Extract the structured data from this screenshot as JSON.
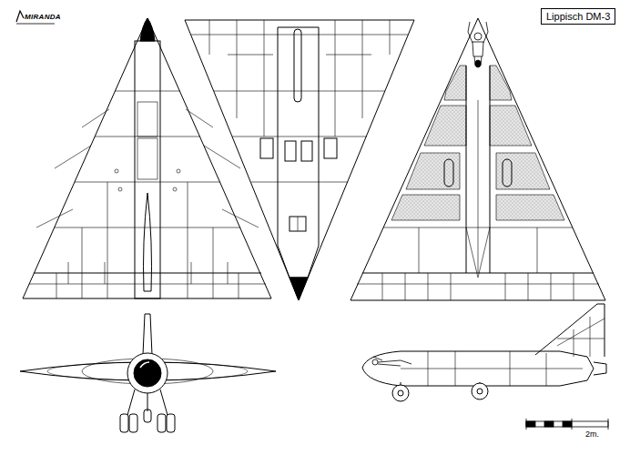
{
  "diagram": {
    "nodes": [
      {
        "text": [
          "Lippisch DM-3"
        ]
      }
    ],
    "labels": [
      "MIRANDA",
      "2m."
    ]
  }
}
